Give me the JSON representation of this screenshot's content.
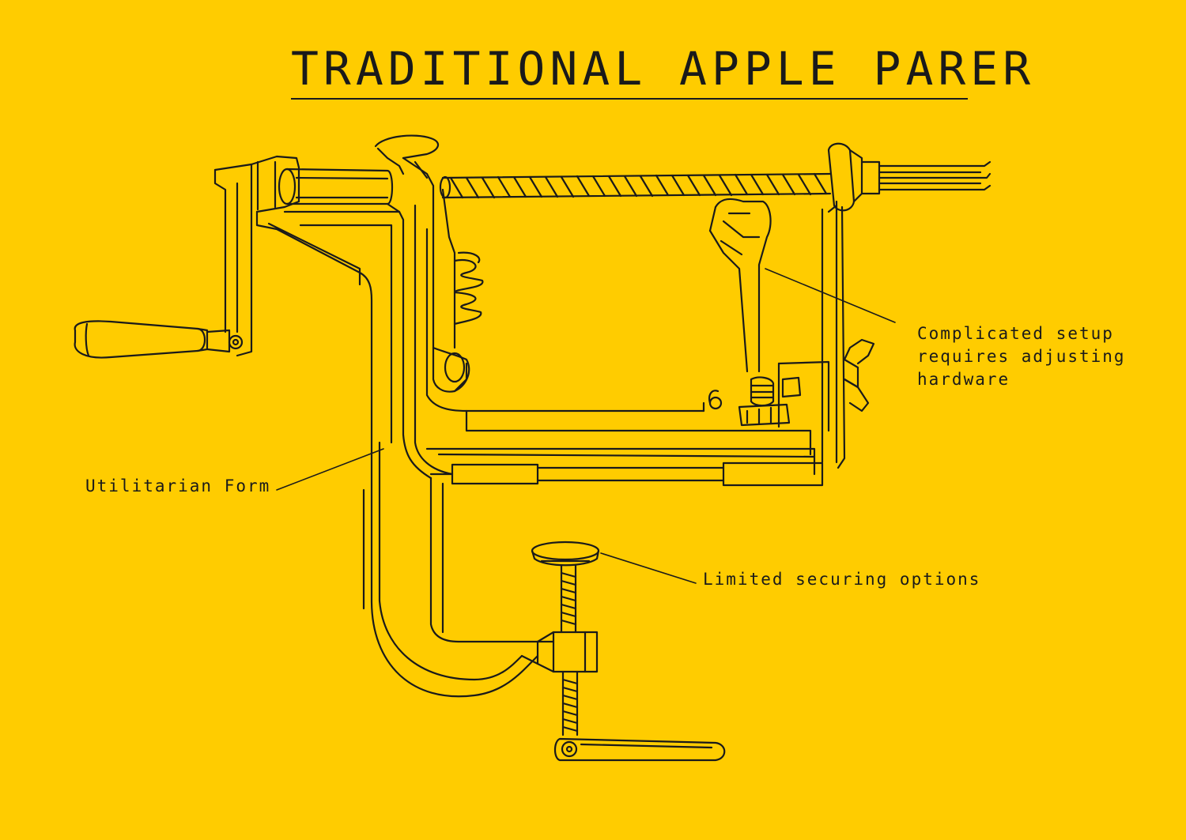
{
  "title": "TRADITIONAL APPLE PARER",
  "annotations": {
    "utilitarian_form": "Utilitarian Form",
    "complicated_setup": {
      "line1": "Complicated setup",
      "line2": "requires adjusting",
      "line3": "hardware"
    },
    "limited_securing": "Limited securing options"
  },
  "colors": {
    "background": "#FFCC00",
    "ink": "#1a1a1a"
  }
}
